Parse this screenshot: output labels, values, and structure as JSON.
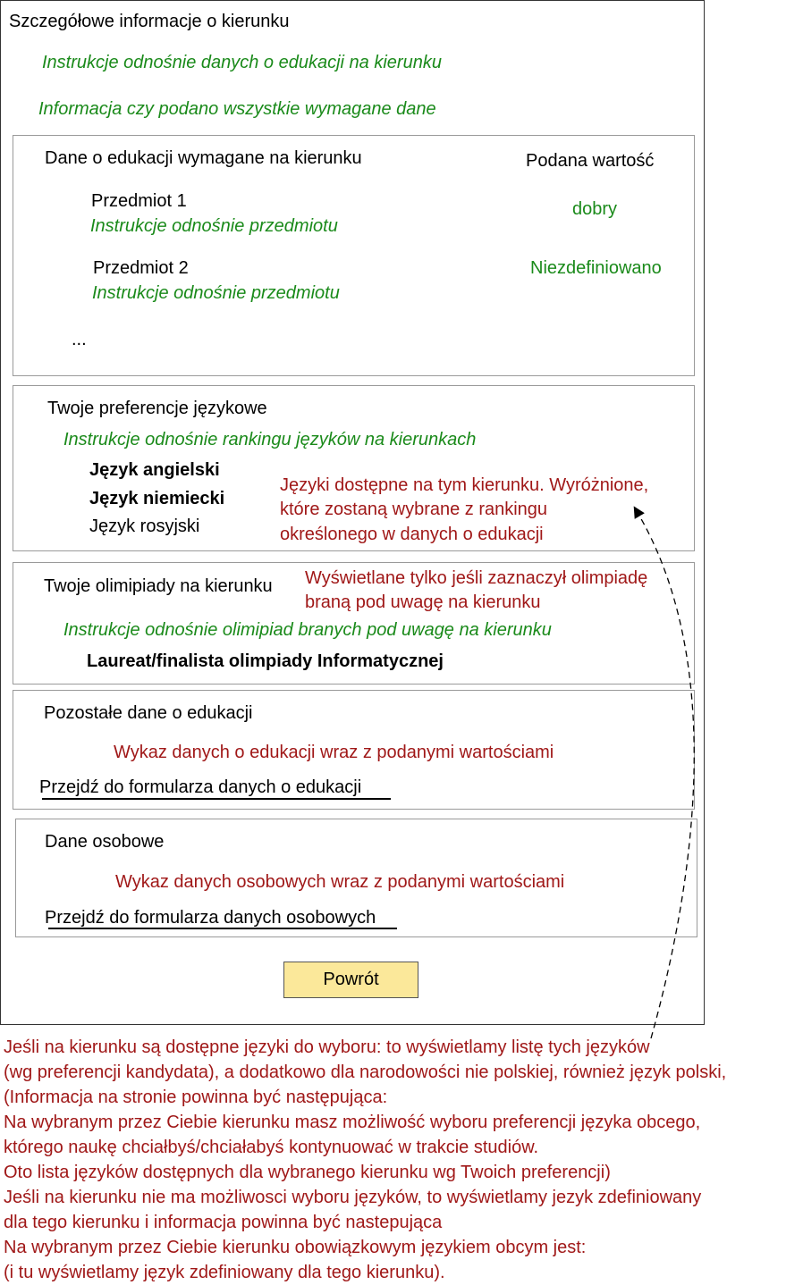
{
  "header": {
    "title": "Szczegółowe informacje o kierunku",
    "instruction": "Instrukcje odnośnie danych o edukacji na kierunku",
    "completeness_info": "Informacja czy podano wszystkie wymagane dane"
  },
  "education": {
    "title": "Dane o edukacji wymagane na kierunku",
    "value_header": "Podana wartość",
    "subjects": [
      {
        "name": "Przedmiot 1",
        "instruction": "Instrukcje odnośnie przedmiotu",
        "value": "dobry"
      },
      {
        "name": "Przedmiot 2",
        "instruction": "Instrukcje odnośnie przedmiotu",
        "value": "Niezdefiniowano"
      }
    ],
    "ellipsis": "..."
  },
  "languages": {
    "title": "Twoje preferencje językowe",
    "instruction": "Instrukcje odnośnie rankingu języków na kierunkach",
    "items": [
      {
        "label": "Język angielski",
        "highlighted": true
      },
      {
        "label": "Język niemiecki",
        "highlighted": true
      },
      {
        "label": "Język rosyjski",
        "highlighted": false
      }
    ],
    "note_lines": [
      "Języki dostępne na tym kierunku. Wyróżnione,",
      "które zostaną wybrane z rankingu",
      "określonego w danych o edukacji"
    ]
  },
  "olympiads": {
    "title": "Twoje olimipiady na kierunku",
    "note_lines": [
      "Wyświetlane tylko jeśli zaznaczył olimpiadę",
      "braną pod uwagę na kierunku"
    ],
    "instruction": "Instrukcje odnośnie olimipiad branych pod uwagę na kierunku",
    "item": "Laureat/finalista olimpiady Informatycznej"
  },
  "other_education": {
    "title": "Pozostałe dane o edukacji",
    "summary": "Wykaz danych o edukacji wraz z podanymi wartościami",
    "link": "Przejdź do formularza danych o edukacji"
  },
  "personal": {
    "title": "Dane osobowe",
    "summary": "Wykaz danych osobowych wraz z podanymi wartościami",
    "link": "Przejdź do formularza danych osobowych"
  },
  "back_button": "Powrót",
  "bottom_note": [
    "Jeśli na kierunku są dostępne języki do wyboru: to wyświetlamy listę tych języków",
    "(wg preferencji kandydata), a dodatkowo dla narodowości nie polskiej, również język polski,",
    "(Informacja na stronie powinna być następująca:",
    "Na wybranym przez Ciebie kierunku masz możliwość wyboru preferencji języka obcego,",
    "którego naukę chciałbyś/chciałabyś kontynuować w trakcie studiów.",
    "Oto lista języków dostępnych dla wybranego kierunku wg Twoich preferencji)",
    "Jeśli na kierunku nie ma możliwosci wyboru języków, to wyświetlamy jezyk zdefiniowany",
    "dla tego kierunku i informacja powinna być nastepująca",
    "Na wybranym przez Ciebie kierunku obowiązkowym językiem obcym jest:",
    "(i tu wyświetlamy język zdefiniowany dla tego kierunku)."
  ]
}
